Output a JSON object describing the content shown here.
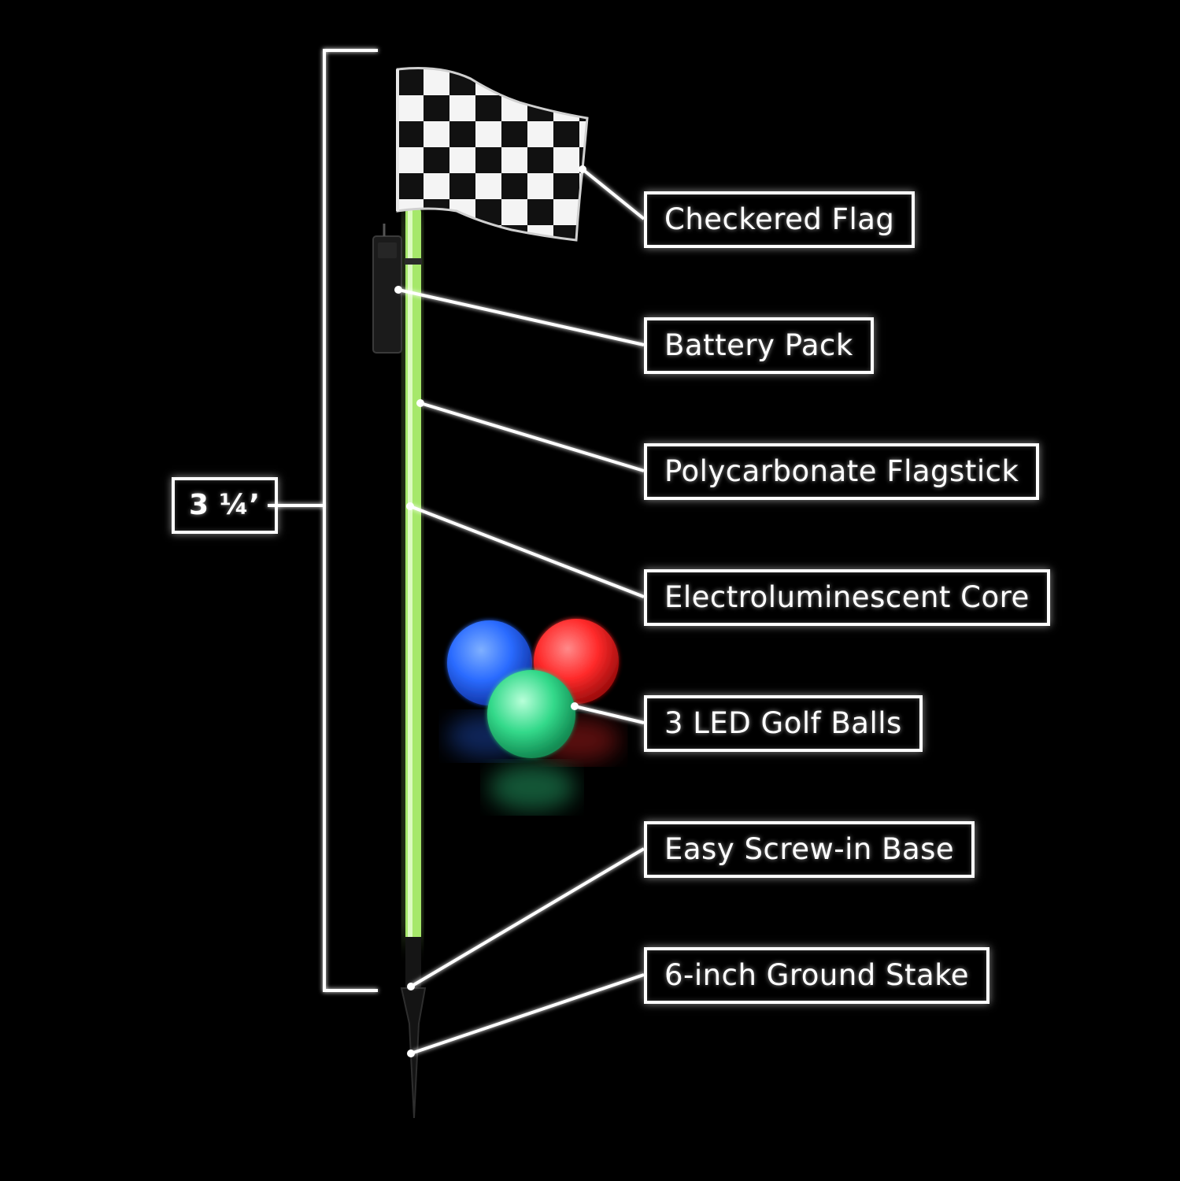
{
  "labels": {
    "checkered_flag": "Checkered Flag",
    "battery_pack": "Battery Pack",
    "flagstick": "Polycarbonate Flagstick",
    "core": "Electroluminescent Core",
    "golf_balls": "3 LED Golf Balls",
    "base": "Easy Screw-in Base",
    "stake": "6-inch Ground Stake"
  },
  "dimension": {
    "height": "3 ¼’"
  },
  "colors": {
    "background": "#000000",
    "outline": "#ffffff",
    "stick_glow": "#b6f57a",
    "ball_blue": "#2a6bff",
    "ball_red": "#ff2a2a",
    "ball_green": "#33d98a"
  },
  "icons": [
    "checkered-flag-icon",
    "battery-pack-icon",
    "golf-ball-icon",
    "ground-stake-icon"
  ]
}
